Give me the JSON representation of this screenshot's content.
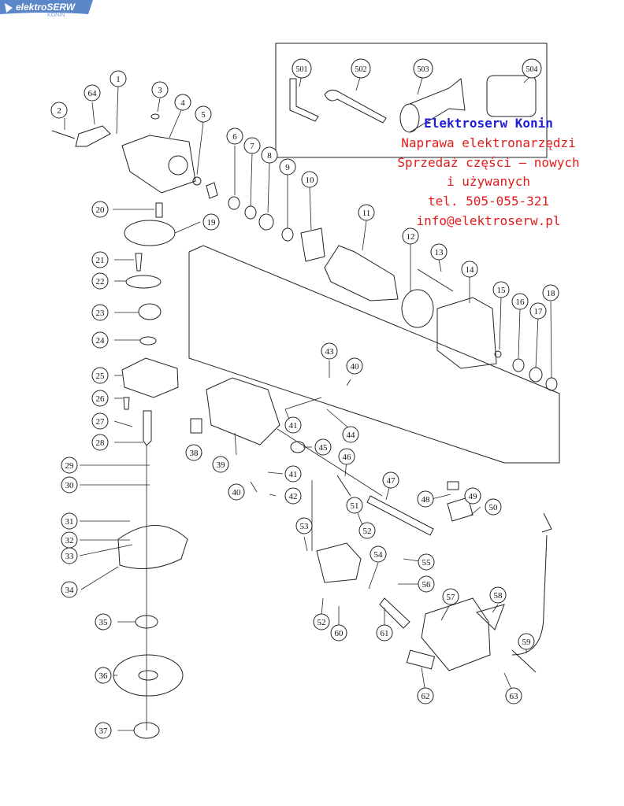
{
  "watermark": {
    "brand": "elektroSERW",
    "city": "KONIN"
  },
  "ad": {
    "title": "Elektroserw Konin",
    "lines": [
      "Naprawa elektronarzędzi",
      "Sprzedaż części – nowych",
      "i używanych",
      "tel. 505-055-321",
      "info@elektroserw.pl"
    ]
  },
  "part_numbers": [
    "1",
    "2",
    "3",
    "4",
    "5",
    "6",
    "7",
    "8",
    "9",
    "10",
    "11",
    "12",
    "13",
    "14",
    "15",
    "16",
    "17",
    "18",
    "19",
    "20",
    "21",
    "22",
    "23",
    "24",
    "25",
    "26",
    "27",
    "28",
    "29",
    "30",
    "31",
    "32",
    "33",
    "34",
    "35",
    "36",
    "37",
    "38",
    "39",
    "40",
    "41",
    "42",
    "43",
    "44",
    "45",
    "46",
    "47",
    "48",
    "49",
    "50",
    "51",
    "52",
    "53",
    "54",
    "55",
    "56",
    "57",
    "58",
    "59",
    "60",
    "61",
    "62",
    "63",
    "64",
    "501",
    "502",
    "503",
    "504"
  ]
}
